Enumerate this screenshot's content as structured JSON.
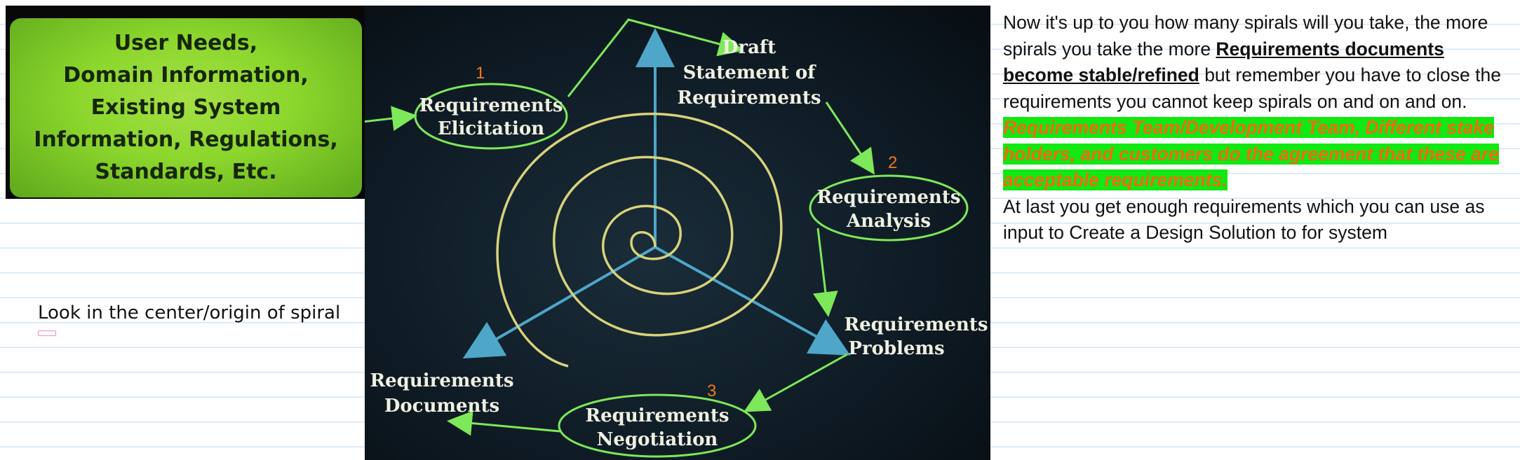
{
  "left_panel": {
    "box_lines": [
      "User Needs,",
      "Domain Information,",
      "Existing System",
      "Information, Regulations,",
      "Standards, Etc."
    ],
    "note": "Look in the center/origin of spiral"
  },
  "diagram": {
    "elicitation": [
      "Requirements",
      "Elicitation"
    ],
    "draft": [
      "Draft",
      "Statement of",
      "Requirements"
    ],
    "analysis": [
      "Requirements",
      "Analysis"
    ],
    "problems": [
      "Requirements",
      "Problems"
    ],
    "negotiation": [
      "Requirements",
      "Negotiation"
    ],
    "documents": [
      "Requirements",
      "Documents"
    ],
    "numbers": [
      "1",
      "2",
      "3"
    ],
    "colors": {
      "spiral": "#d8d27a",
      "arrow": "#7de85a",
      "axis": "#4ea6c8",
      "number": "#f07a1a"
    }
  },
  "right_panel": {
    "para1_a": "Now it's up to you how many spirals will you take, the more spirals you take the more ",
    "para1_bold": "Requirements documents become stable/refined",
    "para1_b": " but remember you have to close the requirements you cannot keep spirals on and on and on.",
    "highlight": "Requirements Team/Development Team, Different stake holders, and customers do the agreement that these are acceptable requirements.",
    "para2": "At last you get enough requirements which you can use as input to Create a Design Solution to for system",
    "highlight_colors": {
      "background": "#12e812",
      "text": "#f06a12"
    }
  }
}
